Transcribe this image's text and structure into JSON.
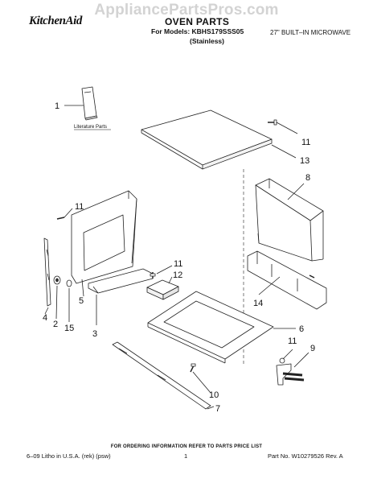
{
  "watermark": "AppliancePartsPros.com",
  "header": {
    "brand": "KitchenAid",
    "title": "OVEN PARTS",
    "models": "For Models: KBHS179SSS05",
    "variant": "(Stainless)",
    "product": "27\" BUILT–IN MICROWAVE"
  },
  "diagram": {
    "literature_label": "Literature Parts",
    "callouts": [
      {
        "number": "1"
      },
      {
        "number": "11"
      },
      {
        "number": "13"
      },
      {
        "number": "8"
      },
      {
        "number": "11"
      },
      {
        "number": "11"
      },
      {
        "number": "12"
      },
      {
        "number": "4"
      },
      {
        "number": "2"
      },
      {
        "number": "15"
      },
      {
        "number": "5"
      },
      {
        "number": "3"
      },
      {
        "number": "14"
      },
      {
        "number": "6"
      },
      {
        "number": "11"
      },
      {
        "number": "9"
      },
      {
        "number": "10"
      },
      {
        "number": "7"
      }
    ]
  },
  "footer": {
    "order_note": "FOR ORDERING INFORMATION REFER TO PARTS PRICE LIST",
    "left": "6–09 Litho in U.S.A. (rek) (psw)",
    "page": "1",
    "part_no": "Part No. W10279526 Rev. A"
  }
}
